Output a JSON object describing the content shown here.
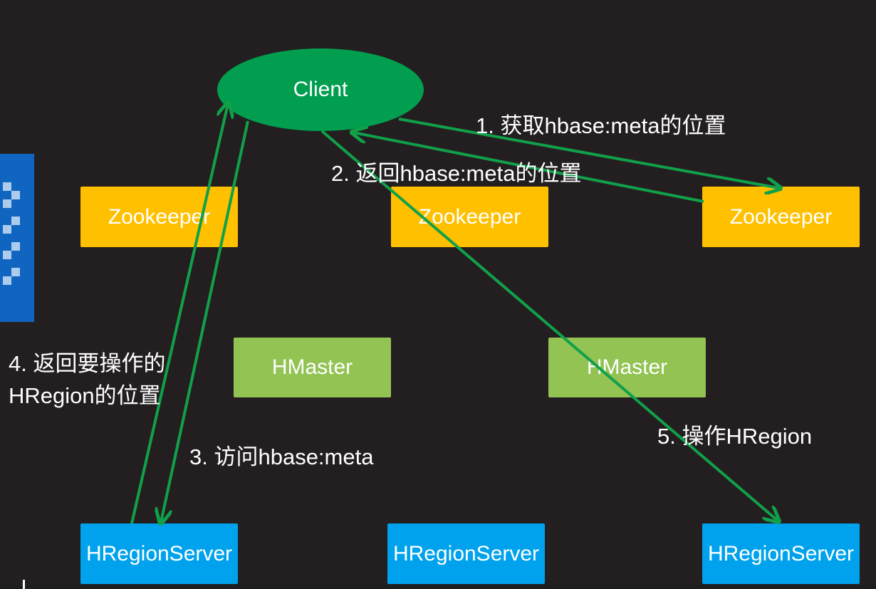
{
  "client": {
    "label": "Client"
  },
  "zookeepers": [
    "Zookeeper",
    "Zookeeper",
    "Zookeeper"
  ],
  "hmasters": [
    "HMaster",
    "HMaster"
  ],
  "regionservers": [
    "HRegionServer",
    "HRegionServer",
    "HRegionServer"
  ],
  "steps": {
    "step1": "1. 获取hbase:meta的位置",
    "step2": "2. 返回hbase:meta的位置",
    "step3": "3. 访问hbase:meta",
    "step4_line1": "4. 返回要操作的",
    "step4_line2": "HRegion的位置",
    "step5": "5. 操作HRegion"
  },
  "colors": {
    "background": "#231f20",
    "client": "#009e4e",
    "zookeeper": "#ffc000",
    "hmaster": "#92c353",
    "regionserver": "#00a2ed",
    "arrow": "#11a04a"
  }
}
